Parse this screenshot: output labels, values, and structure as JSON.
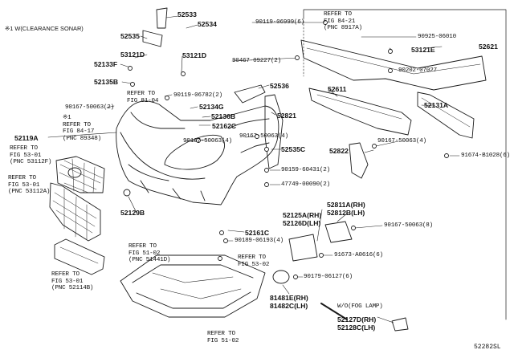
{
  "note_clearance_sonar": "※1 W(CLEARANCE SONAR)",
  "diagram_code": "52282SL",
  "parts": {
    "p52533": "52533",
    "p52534": "52534",
    "p52535": "52535",
    "p53121D_a": "53121D",
    "p52133F": "52133F",
    "p53121D_b": "53121D",
    "p52135B": "52135B",
    "p90119_06782": "90119-06782(2)",
    "p52536": "52536",
    "p52134G": "52134G",
    "p52136B": "52136B",
    "p52162C": "52162C",
    "p52821": "52821",
    "p90167_50063_2": "90167-50063(2)",
    "p90167_50063_4a": "90167-50063(4)",
    "p90167_50063_4b": "90167-50063(4)",
    "p52119A": "52119A",
    "p52535C": "52535C",
    "p90159_60431": "90159-60431(2)",
    "p47749_00090": "47749-00090(2)",
    "p52129B": "52129B",
    "p90119_06999": "90119-06999(6)",
    "p90925_06010": "90925-06010",
    "p52621": "52621",
    "p90467_09227": "90467-09227(2)",
    "p53121E": "53121E",
    "p90202_07027": "90202-07027",
    "p52611": "52611",
    "p52131A": "52131A",
    "p52822": "52822",
    "p90167_50063_4c": "90167-50063(4)",
    "p91674_B1028": "91674-B1028(6)",
    "p52125A": "52125A(RH)",
    "p52126D": "52126D(LH)",
    "p52811A": "52811A(RH)",
    "p52812B": "52812B(LH)",
    "p90167_50063_8": "90167-50063(8)",
    "p52161C": "52161C",
    "p90189_06193": "90189-06193(4)",
    "p91673_A0616": "91673-A0616(6)",
    "p90179_06127": "90179-06127(6)",
    "p81481E": "81481E(RH)",
    "p81482C": "81482C(LH)",
    "p52127D": "52127D(RH)",
    "p52128C": "52128C(LH)",
    "fog_lamp_note": "W/O(FOG LAMP)"
  },
  "refs": {
    "r_84_21": [
      "REFER TO",
      "FIG 84-21",
      "(PNC 8917A)"
    ],
    "r_81_04": [
      "REFER TO",
      "FIG 81-04"
    ],
    "r_84_17": [
      "※1",
      "REFER TO",
      "FIG 84-17",
      "(PNC 89348)"
    ],
    "r_53_01_f": [
      "REFER TO",
      "FIG 53-01",
      "(PNC 53112F)"
    ],
    "r_53_01_a": [
      "REFER TO",
      "FIG 53-01",
      "(PNC 53112A)"
    ],
    "r_53_01_b": [
      "REFER TO",
      "FIG 53-01",
      "(PNC 52114B)"
    ],
    "r_51_02": [
      "REFER TO",
      "FIG 51-02",
      "(PNC 51441D)"
    ],
    "r_53_02": [
      "REFER TO",
      "FIG 53-02"
    ],
    "r_51_02_b": [
      "REFER TO",
      "FIG 51-02"
    ]
  }
}
